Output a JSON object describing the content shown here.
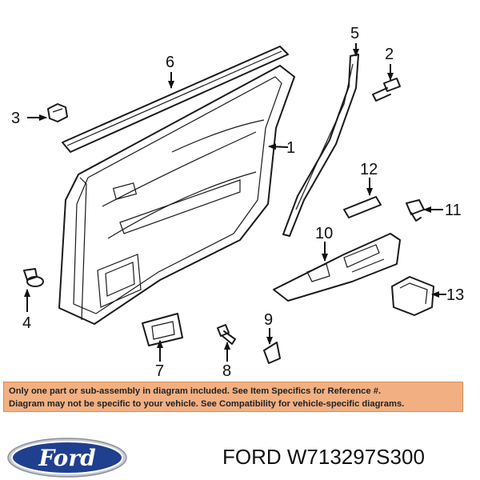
{
  "callouts": [
    "1",
    "2",
    "3",
    "4",
    "5",
    "6",
    "7",
    "8",
    "9",
    "10",
    "11",
    "12",
    "13"
  ],
  "notice": {
    "line1": "Only one part or sub-assembly in diagram included. See Item Specifics for Reference #.",
    "line2": "Diagram may not be specific to your vehicle. See Compatibility for vehicle-specific diagrams."
  },
  "brand": {
    "logo_text": "Ford",
    "logo_color": "#1f3f8f"
  },
  "part_number": "FORD W713297S300"
}
